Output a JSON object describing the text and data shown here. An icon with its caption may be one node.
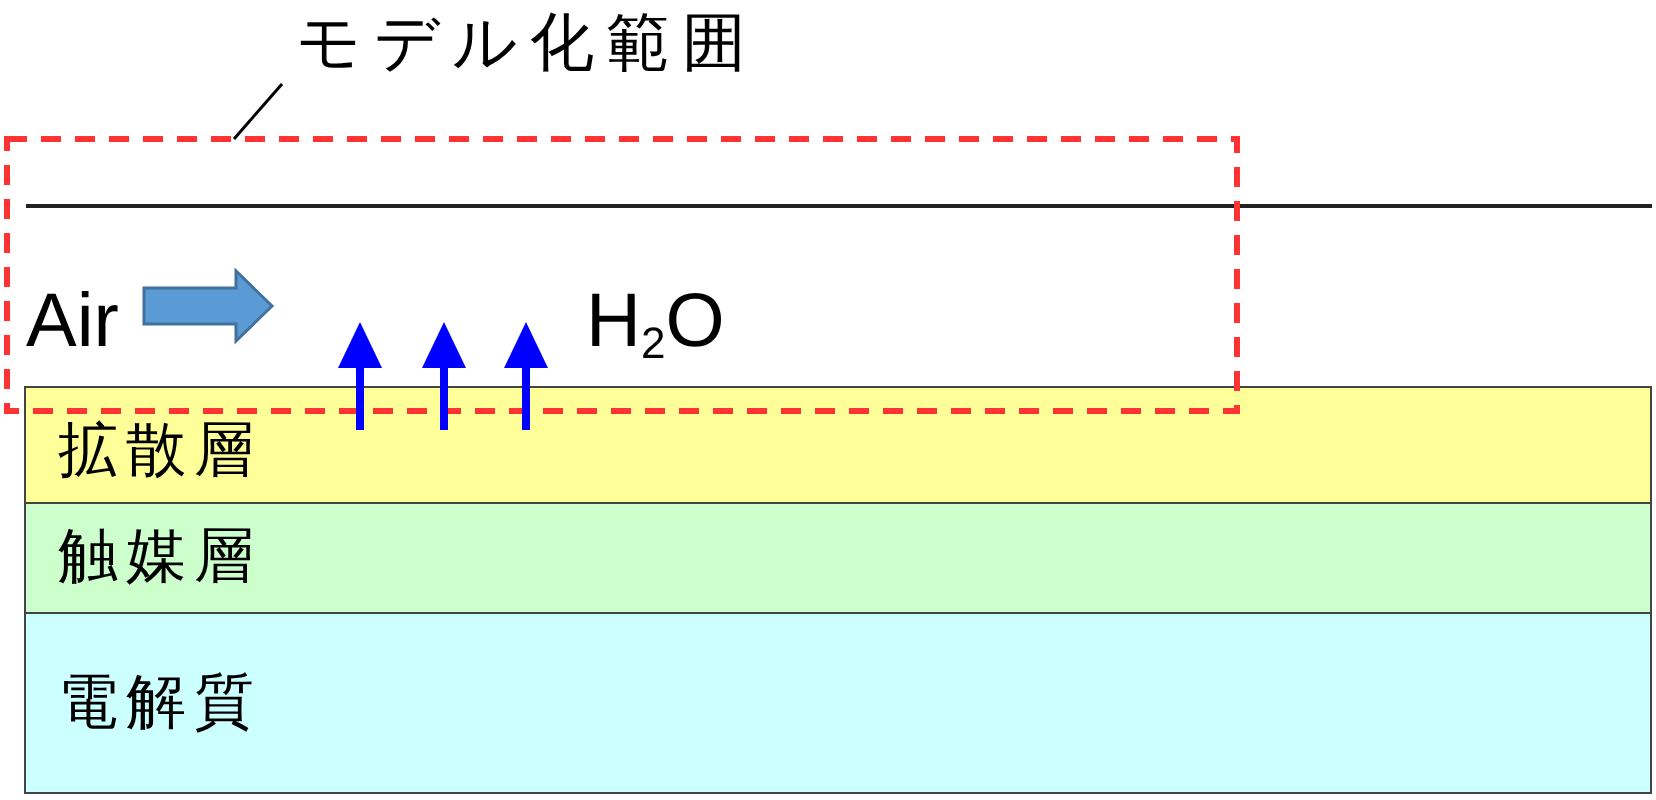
{
  "diagram": {
    "nodes": [
      {
        "text": [
          "モデル化範囲"
        ]
      },
      {
        "text": [],
        "shape": "box"
      },
      {
        "text": [
          "拡散層"
        ]
      },
      {
        "text": [
          "触媒層"
        ]
      },
      {
        "text": [
          "電解質"
        ]
      }
    ],
    "edges": [
      {
        "from": 0,
        "to": 1,
        "arrow": "none",
        "color": "#000000"
      },
      {
        "from": 2,
        "to": 1,
        "arrow": "to"
      },
      {
        "from": 2,
        "to": 1,
        "arrow": "to"
      },
      {
        "from": 2,
        "to": 1,
        "arrow": "to"
      }
    ],
    "labels": [
      "Air",
      "H$_{2}$O"
    ]
  }
}
